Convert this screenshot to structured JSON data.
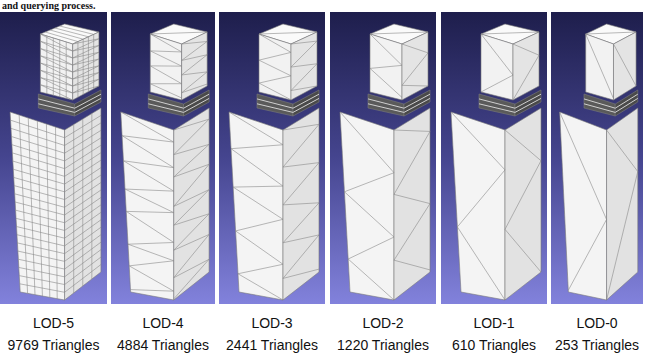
{
  "diagram": {
    "nodes": [
      {
        "text": [
          "LOD-5",
          "9769 Triangles"
        ]
      },
      {
        "text": [
          "LOD-4",
          "4884 Triangles"
        ]
      },
      {
        "text": [
          "LOD-3",
          "2441 Triangles"
        ]
      },
      {
        "text": [
          "LOD-2",
          "1220 Triangles"
        ]
      },
      {
        "text": [
          "LOD-1",
          "610 Triangles"
        ]
      },
      {
        "text": [
          "LOD-0",
          "253 Triangles"
        ]
      }
    ],
    "labels": [
      "and querying process."
    ]
  }
}
